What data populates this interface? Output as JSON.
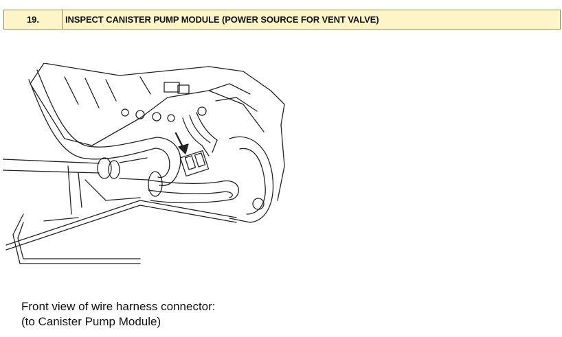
{
  "step": {
    "number": "19.",
    "title": "INSPECT CANISTER PUMP MODULE (POWER SOURCE FOR VENT VALVE)"
  },
  "caption": {
    "line1": "Front view of wire harness connector:",
    "line2": "(to Canister Pump Module)"
  },
  "colors": {
    "header_bg": "#fdf5c8",
    "header_border": "#8a8a5a",
    "line_art": "#222222"
  },
  "icons": {
    "pointer": "arrow-icon"
  }
}
